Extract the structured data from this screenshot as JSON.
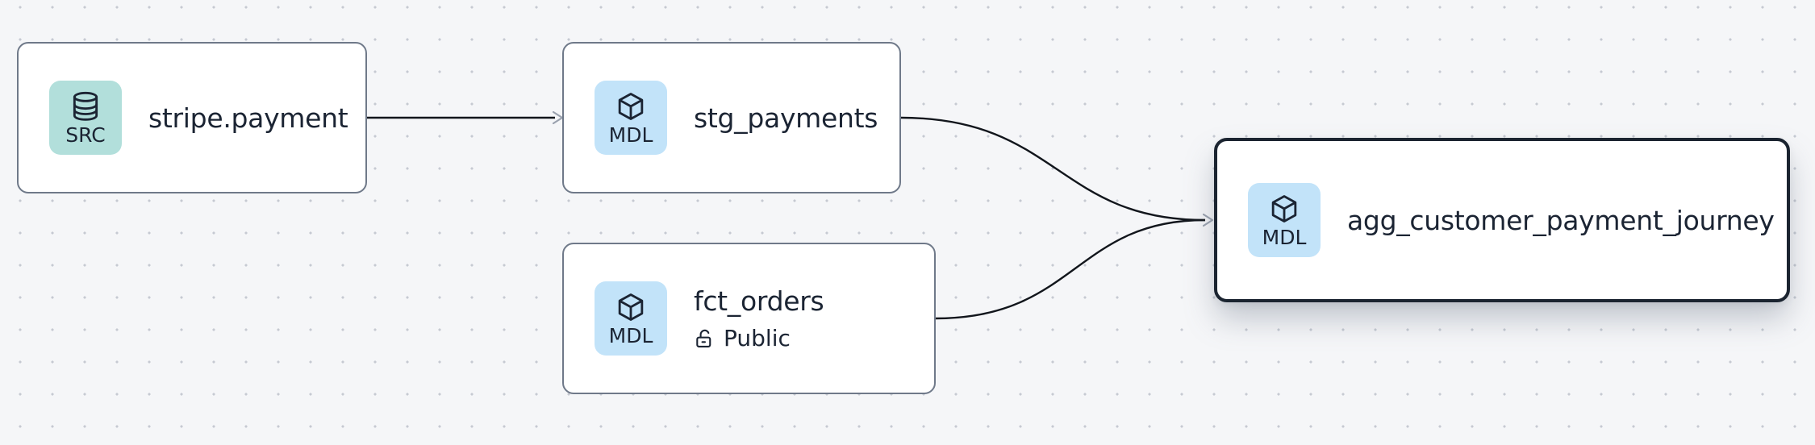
{
  "canvas": {
    "background_color": "#f5f6f8",
    "dot_grid_color": "#c6cad2"
  },
  "palette": {
    "edge_color": "#12161c",
    "arrowhead_color": "#9aa1ae",
    "node_background": "#ffffff",
    "node_border_color": "#6f7989",
    "selected_node_border_color": "#1b2430",
    "text_color": "#1b2433",
    "source_badge_background": "#b2dfdb",
    "model_badge_background": "#c2e3f9"
  },
  "nodes": [
    {
      "label": "stripe.payment",
      "type": "source",
      "badge_label": "SRC",
      "badge_icon": "database-icon",
      "selected": false
    },
    {
      "label": "stg_payments",
      "type": "model",
      "badge_label": "MDL",
      "badge_icon": "cube-icon",
      "selected": false
    },
    {
      "label": "fct_orders",
      "type": "model",
      "badge_label": "MDL",
      "badge_icon": "cube-icon",
      "access": "Public",
      "access_icon": "unlock-icon",
      "selected": false
    },
    {
      "label": "agg_customer_payment_journey",
      "type": "model",
      "badge_label": "MDL",
      "badge_icon": "cube-icon",
      "selected": true
    }
  ],
  "edges": [
    {
      "from": "stripe.payment",
      "to": "stg_payments"
    },
    {
      "from": "stg_payments",
      "to": "agg_customer_payment_journey"
    },
    {
      "from": "fct_orders",
      "to": "agg_customer_payment_journey"
    }
  ]
}
